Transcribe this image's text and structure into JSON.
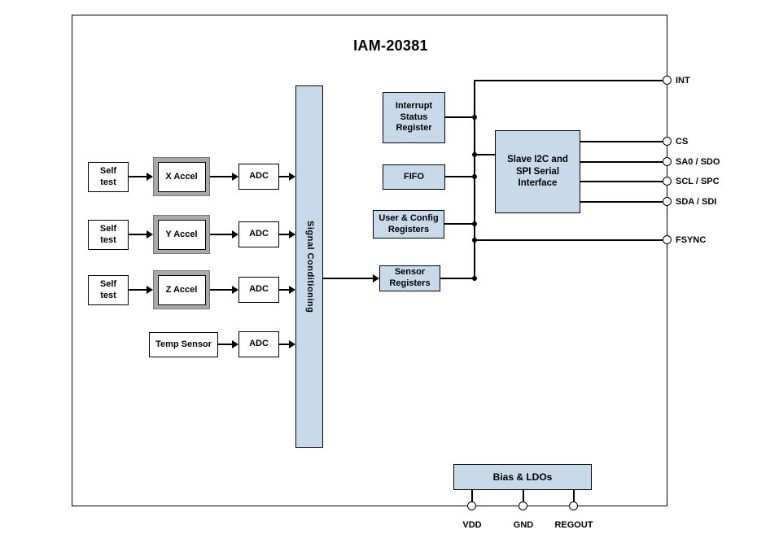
{
  "title": "IAM-20381",
  "blocks": {
    "self_test": "Self\ntest",
    "x_accel": "X Accel",
    "y_accel": "Y Accel",
    "z_accel": "Z Accel",
    "temp_sensor": "Temp Sensor",
    "adc": "ADC",
    "signal_conditioning": "Signal Conditioning",
    "interrupt_status_register": "Interrupt\nStatus\nRegister",
    "fifo": "FIFO",
    "user_config_registers": "User & Config\nRegisters",
    "sensor_registers": "Sensor\nRegisters",
    "slave_interface": "Slave I2C and\nSPI Serial\nInterface",
    "bias_ldos": "Bias & LDOs"
  },
  "pins": {
    "int": "INT",
    "cs": "CS",
    "sa0_sdo": "SA0 / SDO",
    "scl_spc": "SCL / SPC",
    "sda_sdi": "SDA / SDI",
    "fsync": "FSYNC",
    "vdd": "VDD",
    "gnd": "GND",
    "regout": "REGOUT"
  },
  "colors": {
    "block_fill": "#c8d9e9",
    "accel_frame": "#a9a9a9",
    "line": "#000000",
    "background": "#ffffff"
  }
}
